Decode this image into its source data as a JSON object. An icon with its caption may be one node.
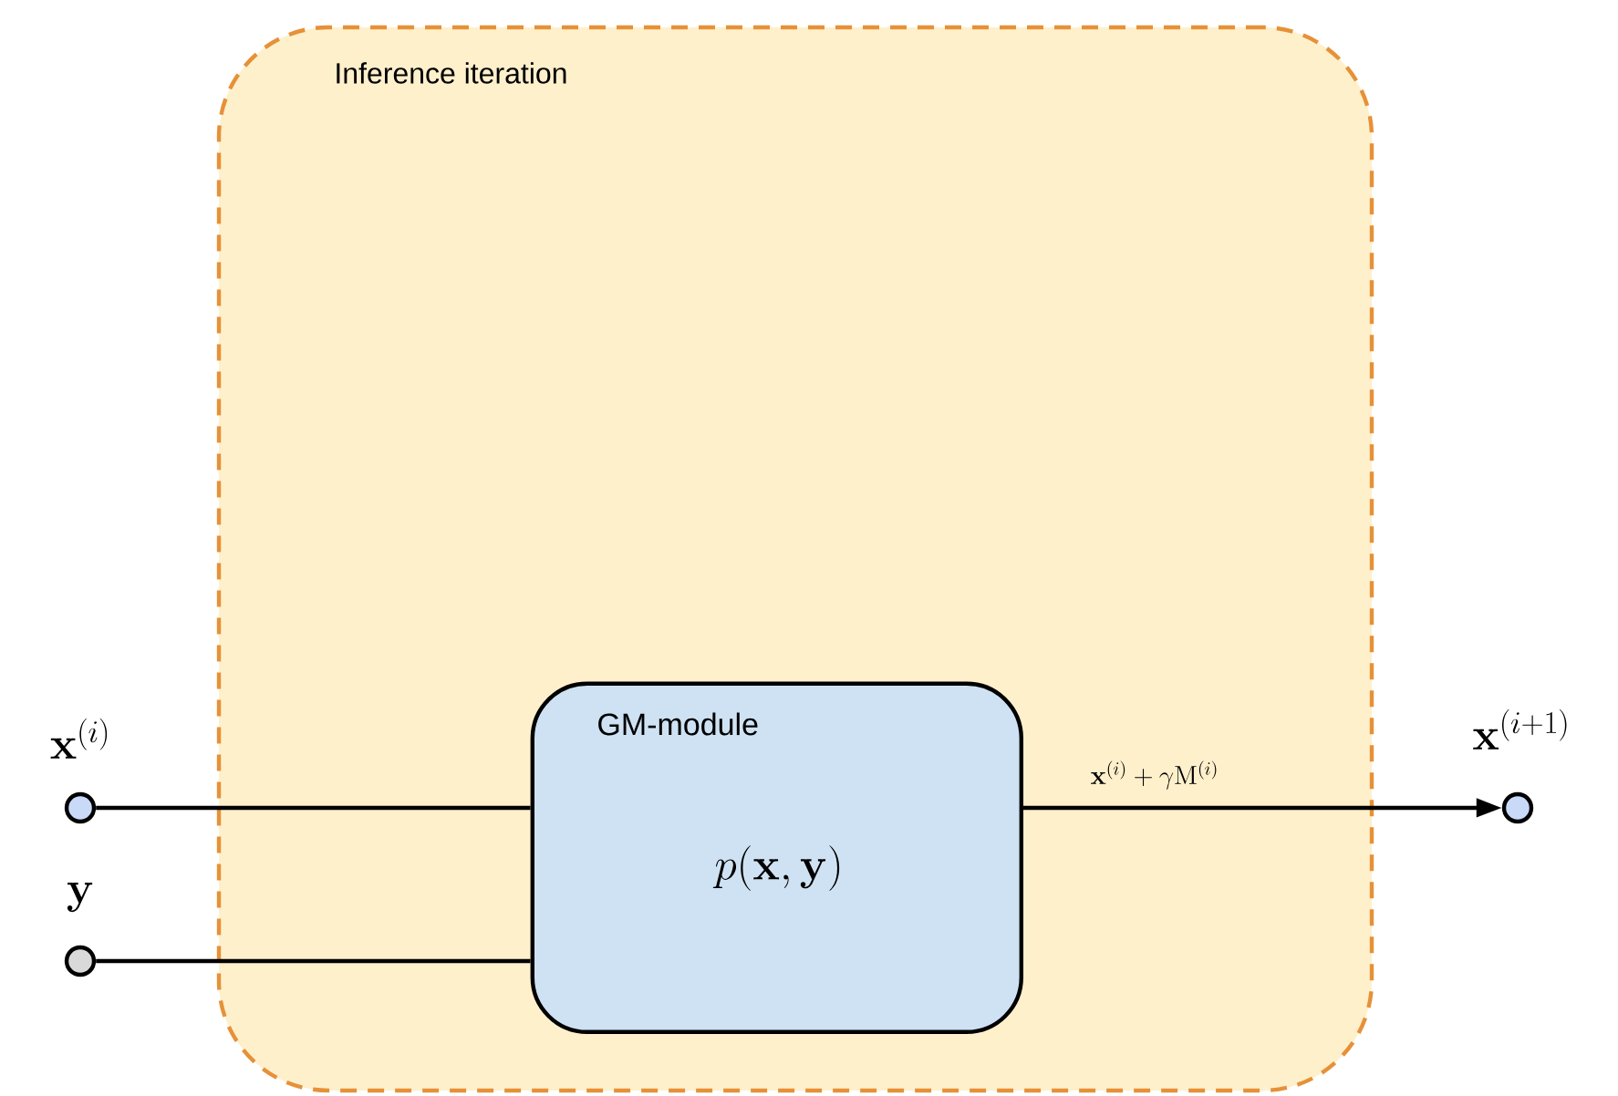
{
  "diagram": {
    "nodes": [
      {
        "text": [
          "Inference iteration"
        ]
      },
      {
        "text": [
          "GM-module",
          "p(\\mathbf{x},\\mathbf{y})"
        ],
        "in": 0
      },
      {
        "text": [],
        "shape": "circle",
        "beside": [
          "\\mathbf{x}^{(i)}"
        ]
      },
      {
        "text": [],
        "shape": "circle",
        "beside": [
          "\\mathbf{y}"
        ]
      },
      {
        "text": [],
        "shape": "circle",
        "beside": [
          "\\mathbf{x}^{(i+1)}"
        ]
      }
    ],
    "edges": [
      {
        "from": 2,
        "to": 1,
        "arrow": "none"
      },
      {
        "from": 3,
        "to": 1,
        "arrow": "none"
      },
      {
        "from": 1,
        "to": 4,
        "arrow": "to",
        "label": "\\mathbf{x}^{(i)} + \\gamma \\mathrm{M}^{(i)}"
      }
    ]
  }
}
